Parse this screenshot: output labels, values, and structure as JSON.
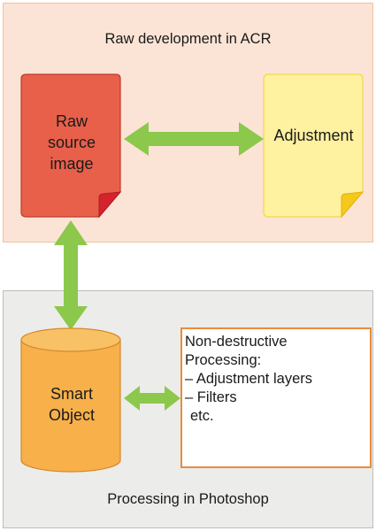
{
  "top_panel": {
    "caption": "Raw development in ACR"
  },
  "bottom_panel": {
    "caption": "Processing in Photoshop"
  },
  "raw_doc": {
    "lines": [
      "Raw",
      "source",
      "image"
    ]
  },
  "adjustment_doc": {
    "label": "Adjustment"
  },
  "smart_object": {
    "lines": [
      "Smart",
      "Object"
    ]
  },
  "processing_box": {
    "lines": [
      "Non-destructive",
      "Processing:",
      "– Adjustment layers",
      "– Filters",
      "etc."
    ]
  },
  "colors": {
    "top_panel_fill": "#fbe4d5",
    "bottom_panel_fill": "#ececea",
    "raw_fill": "#e8604a",
    "adjustment_fill": "#fef19f",
    "smart_object_fill": "#f7b04a",
    "arrow": "#8cc84b",
    "box_border": "#e98c3c"
  }
}
